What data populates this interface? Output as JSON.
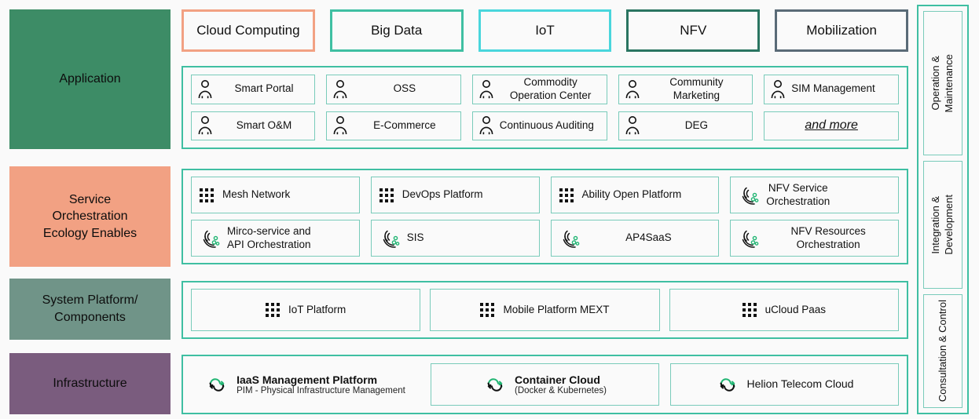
{
  "tabs": [
    {
      "label": "Cloud Computing",
      "color": "#F2A183"
    },
    {
      "label": "Big Data",
      "color": "#3FBFA2"
    },
    {
      "label": "IoT",
      "color": "#49D6DC"
    },
    {
      "label": "NFV",
      "color": "#2A7561"
    },
    {
      "label": "Mobilization",
      "color": "#5A6B77"
    }
  ],
  "layers": {
    "application": {
      "title": "Application",
      "color": "#3D8C66",
      "items": [
        {
          "label": "Smart Portal",
          "icon": "person-icon"
        },
        {
          "label": "OSS",
          "icon": "person-icon"
        },
        {
          "label": "Commodity\nOperation Center",
          "icon": "person-icon"
        },
        {
          "label": "Community\nMarketing",
          "icon": "person-icon"
        },
        {
          "label": "SIM Management",
          "icon": "person-icon"
        },
        {
          "label": "Smart O&M",
          "icon": "person-icon"
        },
        {
          "label": "E-Commerce",
          "icon": "person-icon"
        },
        {
          "label": "Continuous Auditing",
          "icon": "person-icon"
        },
        {
          "label": "DEG",
          "icon": "person-icon"
        },
        {
          "label": "and more",
          "icon": "none"
        }
      ]
    },
    "service": {
      "title": "Service\nOrchestration\nEcology Enables",
      "color": "#F2A183",
      "items": [
        {
          "label": "Mesh Network",
          "icon": "dots-grid-icon"
        },
        {
          "label": "DevOps Platform",
          "icon": "dots-grid-icon"
        },
        {
          "label": "Ability Open Platform",
          "icon": "dots-grid-icon"
        },
        {
          "label": "NFV Service\nOrchestration",
          "icon": "orchestration-icon"
        },
        {
          "label": "Mirco-service and\nAPI Orchestration",
          "icon": "orchestration-icon"
        },
        {
          "label": "SIS",
          "icon": "orchestration-icon"
        },
        {
          "label": "AP4SaaS",
          "icon": "orchestration-icon"
        },
        {
          "label": "NFV Resources\nOrchestration",
          "icon": "orchestration-icon"
        }
      ]
    },
    "system": {
      "title": "System Platform/\nComponents",
      "color": "#709488",
      "items": [
        {
          "label": "IoT Platform",
          "icon": "dots-grid-icon"
        },
        {
          "label": "Mobile Platform MEXT",
          "icon": "dots-grid-icon"
        },
        {
          "label": "uCloud Paas",
          "icon": "dots-grid-icon"
        }
      ]
    },
    "infrastructure": {
      "title": "Infrastructure",
      "color": "#7A5C7E",
      "items": [
        {
          "label": "IaaS Management Platform",
          "sub": "PIM - Physical Infrastructure Management",
          "icon": "cloud-sync-icon",
          "boxed": false
        },
        {
          "label": "Container Cloud",
          "sub": "(Docker & Kubernetes)",
          "icon": "cloud-sync-icon",
          "boxed": true
        },
        {
          "label": "Helion Telecom Cloud",
          "sub": "",
          "icon": "cloud-sync-icon",
          "boxed": true
        }
      ]
    }
  },
  "sidebar": {
    "items": [
      {
        "label": "Operation &\nMaintenance"
      },
      {
        "label": "Integration &\nDevelopment"
      },
      {
        "label": "Consultation & Control"
      }
    ]
  },
  "palette": {
    "teal_border": "#3FBFA2",
    "item_border": "#79CBBA",
    "panel_bg": "#FAFAFA",
    "icon_green": "#21B573"
  }
}
